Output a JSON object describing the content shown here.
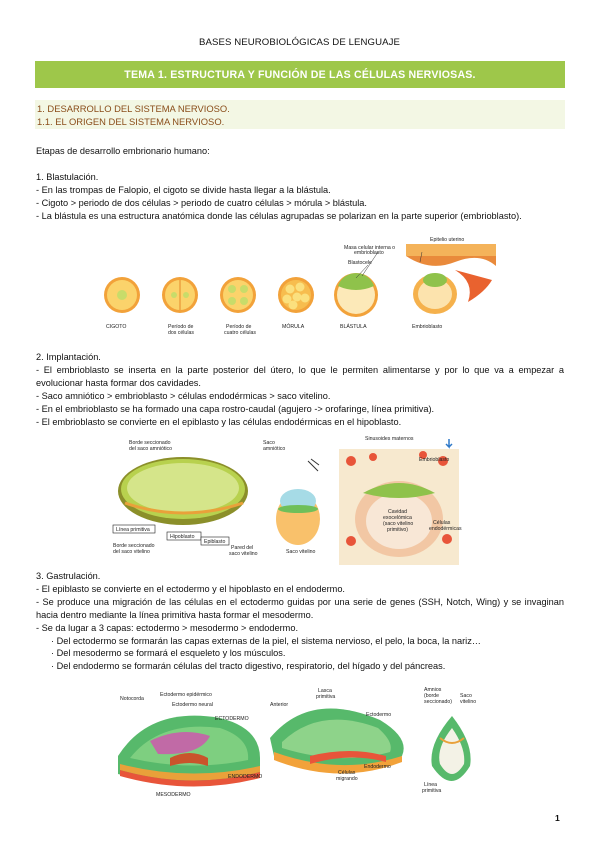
{
  "header": {
    "title": "BASES NEUROBIOLÓGICAS DE LENGUAJE"
  },
  "topic": {
    "title": "TEMA 1. ESTRUCTURA Y FUNCIÓN DE LAS CÉLULAS NERVIOSAS."
  },
  "section": {
    "heading": "1. DESARROLLO DEL SISTEMA NERVIOSO.",
    "subheading": "1.1. EL ORIGEN DEL SISTEMA NERVIOSO."
  },
  "intro": "Etapas de desarrollo embrionario humano:",
  "stage1": {
    "title": "1. Blastulación.",
    "lines": [
      "- En las trompas de Falopio, el cigoto se divide hasta llegar a la blástula.",
      "- Cigoto > periodo de dos células > periodo de cuatro células > mórula > blástula.",
      "- La blástula es una estructura anatómica donde las células agrupadas se polarizan en la parte superior (embrioblasto)."
    ]
  },
  "figure1": {
    "labels": {
      "cigoto": "CIGOTO",
      "dos_1": "Período de",
      "dos_2": "dos células",
      "cuatro_1": "Período de",
      "cuatro_2": "cuatro células",
      "morula": "MÓRULA",
      "blastula": "BLÁSTULA",
      "blastocele": "Blastocele",
      "masa_1": "Masa celular interna o",
      "masa_2": "embrioblasto",
      "epitelio": "Epitelio uterino",
      "embrioblasto": "Embrioblasto"
    }
  },
  "stage2": {
    "title": "2. Implantación.",
    "lines": [
      "- El embrioblasto se inserta en la parte posterior del útero, lo que le permiten alimentarse y por lo que va a empezar a evolucionar hasta formar dos cavidades.",
      "- Saco amniótico > embrioblasto > células endodérmicas > saco vitelino.",
      "- En el embrioblasto se ha formado una capa rostro-caudal (agujero -> orofaringe, línea primitiva).",
      "- El embrioblasto se convierte en el epiblasto y las células endodérmicas en el hipoblasto."
    ]
  },
  "figure2": {
    "labels": {
      "borde_amn_1": "Borde seccionado",
      "borde_amn_2": "del saco amniótico",
      "saco_amn_1": "Saco",
      "saco_amn_2": "amniótico",
      "linea": "Línea primitiva",
      "hipoblasto": "Hipoblasto",
      "epiblasto": "Epiblasto",
      "borde_vit_1": "Borde seccionado",
      "borde_vit_2": "del saco vitelino",
      "pared_1": "Pared del",
      "pared_2": "saco vitelino",
      "saco_vit": "Saco vitelino",
      "sinusoides": "Sinusoides maternos",
      "embrioblasto": "Embrioblasto",
      "cavidad_1": "Cavidad",
      "cavidad_2": "exocelómica",
      "cavidad_3": "(saco vitelino",
      "cavidad_4": "primitivo)",
      "celulas_1": "Células",
      "celulas_2": "endodérmicas"
    }
  },
  "stage3": {
    "title": "3. Gastrulación.",
    "lines": [
      "- El epiblasto se convierte en el ectodermo y el hipoblasto en el endodermo.",
      "- Se produce una migración de las células en el ectodermo guidas por una serie de genes (SSH, Notch, Wing) y se invaginan hacia dentro mediante la línea primitiva hasta formar el mesodermo.",
      "- Se da lugar a 3 capas: ectodermo > mesodermo > endodermo."
    ],
    "bullets": [
      "· Del ectodermo se formarán las capas externas de la piel, el sistema nervioso, el pelo, la boca, la nariz…",
      "· Del mesodermo se formará el esqueleto y los músculos.",
      "· Del endodermo se formarán células del tracto digestivo, respiratorio, del hígado y del páncreas."
    ]
  },
  "figure3": {
    "labels": {
      "notocorda": "Notocorda",
      "ecto_epi": "Ectodermo epidérmico",
      "ecto_neu": "Ectodermo neural",
      "ectodermo_cap": "ECTODERMO",
      "endodermo_cap": "ENDODERMO",
      "mesodermo_cap": "MESODERMO",
      "anterior": "Anterior",
      "lasca_1": "Lasca",
      "lasca_2": "primitiva",
      "ectodermo": "Ectodermo",
      "endodermo": "Endodermo",
      "celulas_1": "Células",
      "celulas_2": "migrando",
      "amnios_1": "Amnios",
      "amnios_2": "(borde",
      "amnios_3": "seccionado)",
      "saco_1": "Saco",
      "saco_2": "vitelino",
      "linea_1": "Línea",
      "linea_2": "primitiva"
    }
  },
  "page_number": "1",
  "colors": {
    "title_bar": "#9ec74a",
    "section_bg": "#f3f7e4",
    "section_text": "#8a4d1a",
    "cell_orange": "#f2a23a",
    "cell_green": "#8fc24b",
    "tissue_red": "#e8553a",
    "ectoderm_green": "#57b96b"
  }
}
